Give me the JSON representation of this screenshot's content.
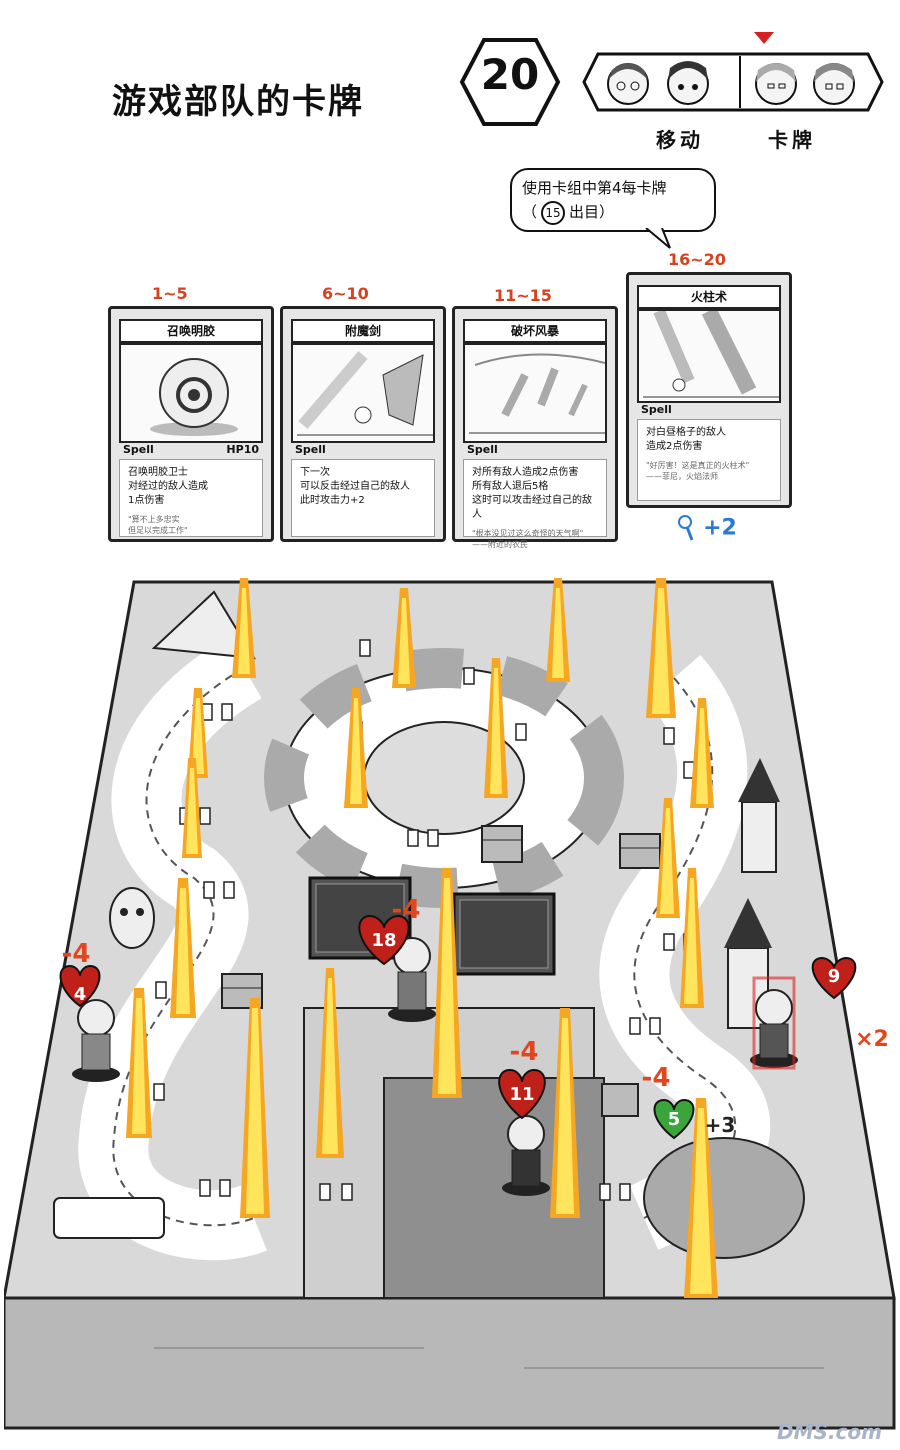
{
  "header": {
    "title": "游戏部队的卡牌",
    "turn_number": "20",
    "order_labels": {
      "move": "移动",
      "card": "卡牌"
    }
  },
  "hint_bubble": {
    "line1": "使用卡组中第4每卡牌",
    "circled": "15",
    "line2_suffix": "出目）",
    "line2_prefix": "（"
  },
  "cards": [
    {
      "range": "1~5",
      "name": "召唤明胶",
      "type": "Spell",
      "hp": "HP10",
      "text": [
        "召唤明胶卫士",
        "对经过的敌人造成",
        "1点伤害"
      ],
      "flavor": [
        "\"算不上多忠实",
        "但足以完成工作\""
      ]
    },
    {
      "range": "6~10",
      "name": "附魔剑",
      "type": "Spell",
      "text": [
        "下一次",
        "可以反击经过自己的敌人",
        "此时攻击力+2"
      ],
      "flavor": []
    },
    {
      "range": "11~15",
      "name": "破坏风暴",
      "type": "Spell",
      "text": [
        "对所有敌人造成2点伤害",
        "所有敌人退后5格",
        "这时可以攻击经过自己的敌人"
      ],
      "flavor": [
        "\"根本没见过这么奇怪的天气啊\"",
        "——附近的农民"
      ]
    },
    {
      "range": "16~20",
      "name": "火柱术",
      "type": "Spell",
      "text": [
        "对白昼格子的敌人",
        "造成2点伤害"
      ],
      "flavor": [
        "\"好厉害！这是真正的火柱术\"",
        "——菲尼，火焰法师"
      ],
      "bonus": "+2"
    }
  ],
  "board": {
    "pieces": [
      {
        "hp": "4",
        "damage": "-4"
      },
      {
        "hp": "18",
        "damage": "-4"
      },
      {
        "hp": "11",
        "damage": "-4"
      },
      {
        "hp": "5",
        "damage": "-4",
        "extra": "+3"
      },
      {
        "hp": "9",
        "multiplier": "×2"
      }
    ]
  },
  "watermark": "DMS.com",
  "colors": {
    "fire": "#f5a623",
    "fire_core": "#ffe45c",
    "damage": "#e0471e",
    "heart": "#c0201a",
    "heart_green": "#3aa63a"
  }
}
